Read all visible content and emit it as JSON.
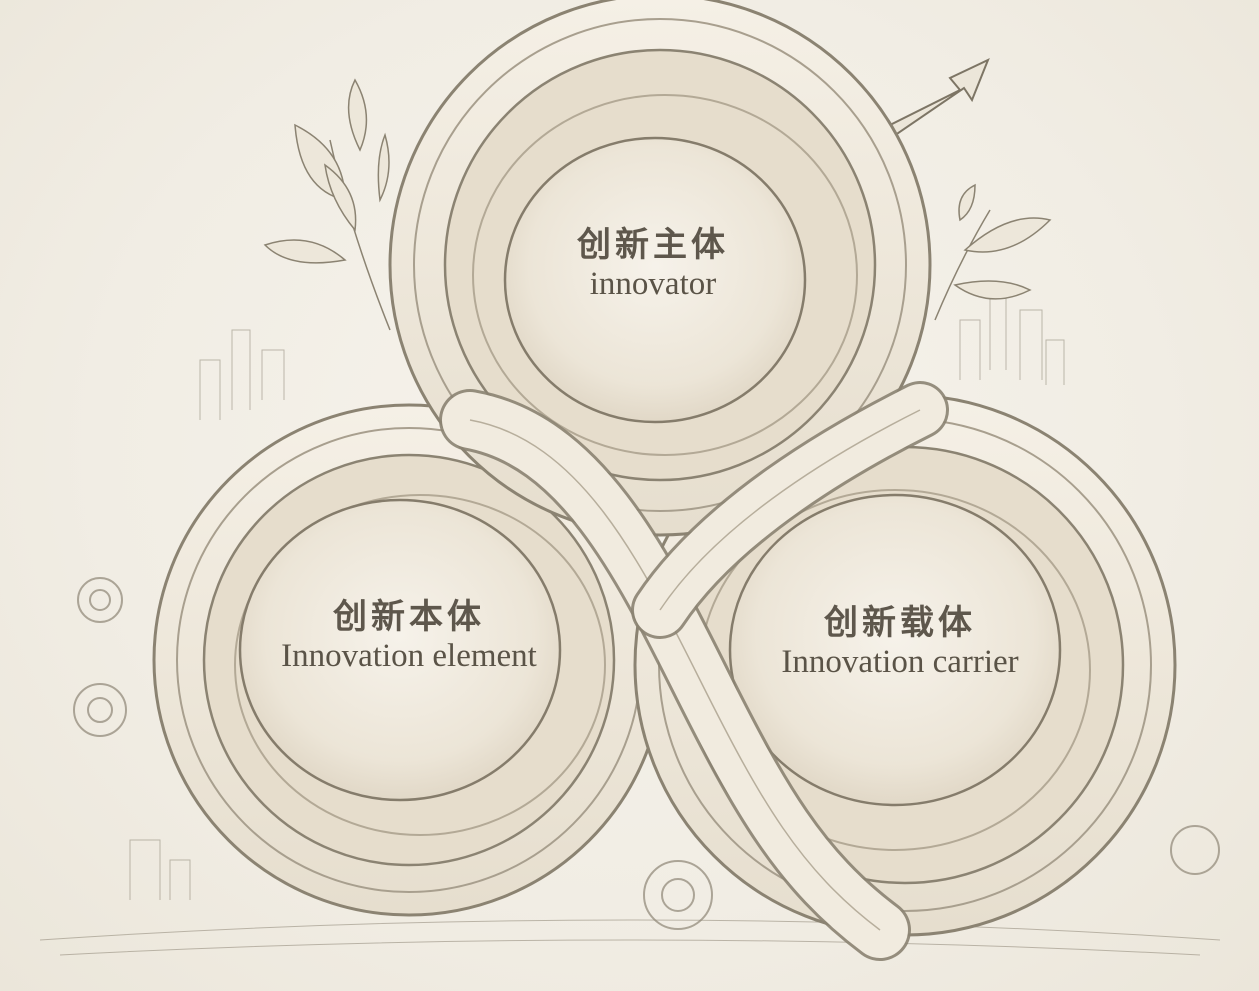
{
  "nodes": [
    {
      "id": "top",
      "zh": "创新主体",
      "en": "innovator"
    },
    {
      "id": "left",
      "zh": "创新本体",
      "en": "Innovation element"
    },
    {
      "id": "right",
      "zh": "创新载体",
      "en": "Innovation carrier"
    }
  ],
  "colors": {
    "paper": "#f4f1ea",
    "band": "#f1ebdf",
    "band_shadow": "#cfc6b5",
    "ink": "#6f6658",
    "text": "#5e574c"
  }
}
